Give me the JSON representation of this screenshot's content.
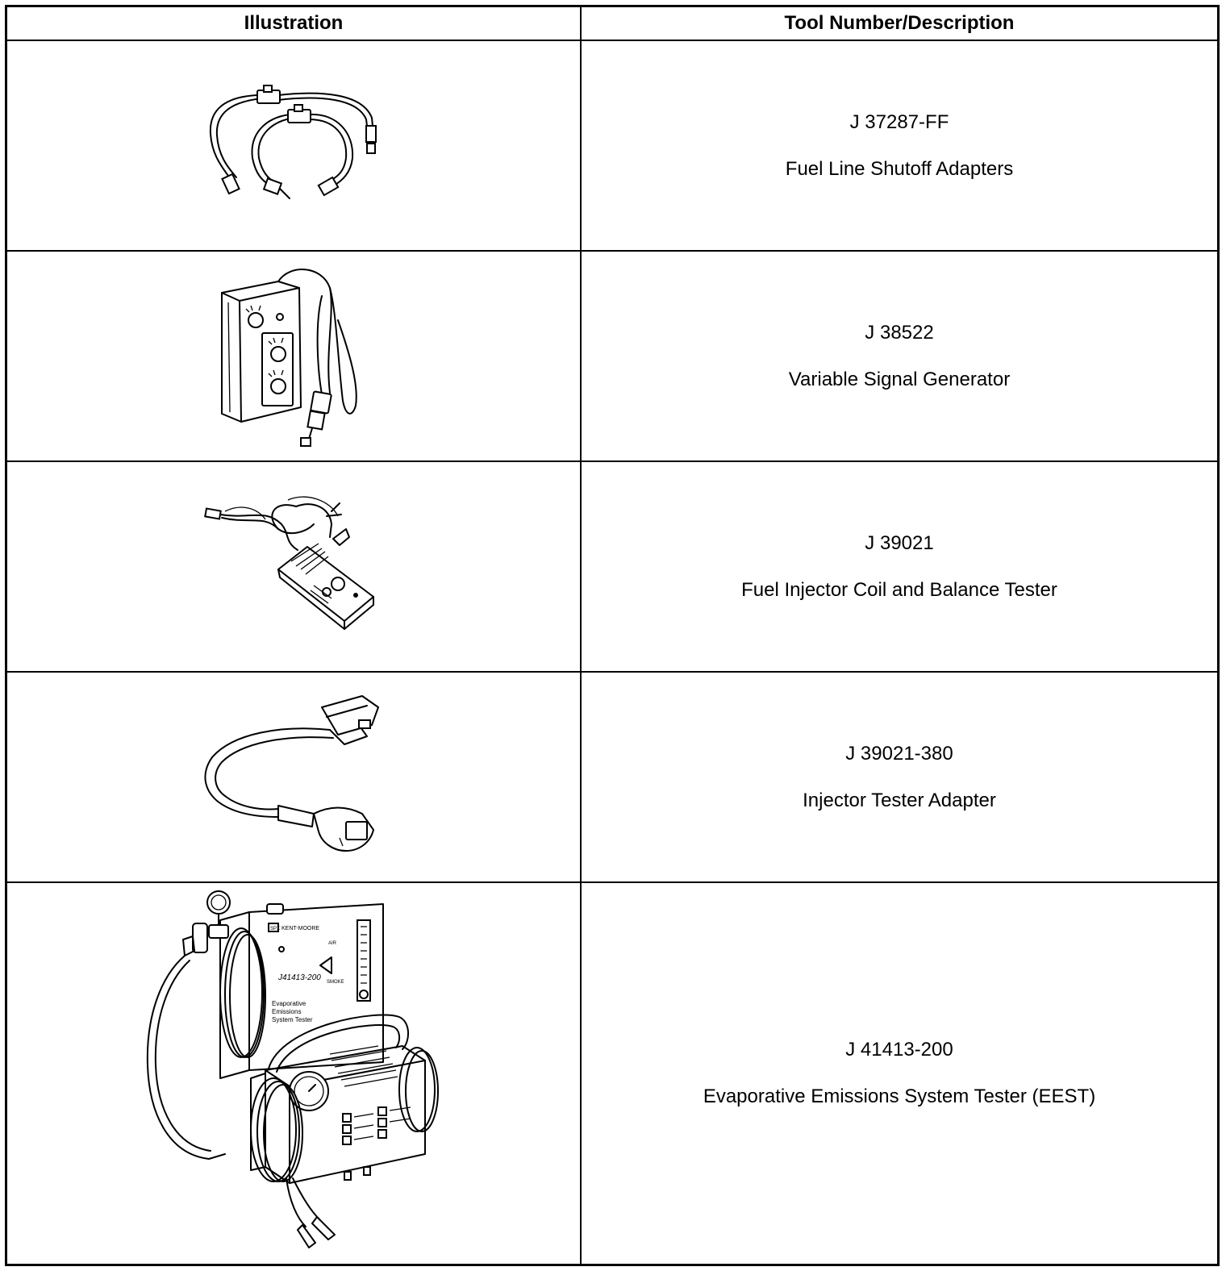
{
  "table": {
    "headers": [
      "Illustration",
      "Tool Number/Description"
    ],
    "rows": [
      {
        "tool_number": "J 37287-FF",
        "description": "Fuel Line Shutoff Adapters",
        "illustration": "fuel-line-shutoff-adapters-illustration"
      },
      {
        "tool_number": "J 38522",
        "description": "Variable Signal Generator",
        "illustration": "variable-signal-generator-illustration"
      },
      {
        "tool_number": "J 39021",
        "description": "Fuel Injector Coil and Balance Tester",
        "illustration": "injector-coil-balance-tester-illustration"
      },
      {
        "tool_number": "J 39021-380",
        "description": "Injector Tester Adapter",
        "illustration": "injector-tester-adapter-illustration"
      },
      {
        "tool_number": "J 41413-200",
        "description": "Evaporative Emissions System Tester (EEST)",
        "illustration": "evap-emissions-system-tester-illustration"
      }
    ]
  },
  "eest_device_labels": {
    "brand": "KENT-MOORE",
    "model": "J41413-200",
    "name_line1": "Evaporative",
    "name_line2": "Emissions",
    "name_line3": "System Tester",
    "flow_label": "AIR",
    "smoke_label": "SMOKE",
    "logo": "SPX"
  }
}
